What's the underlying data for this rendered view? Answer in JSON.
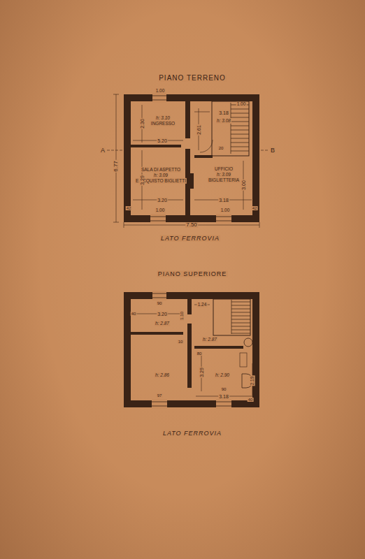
{
  "diagram": {
    "nodes": [
      {
        "text": [
          "h: 3.10",
          "INGRESSO"
        ]
      },
      {
        "text": [
          "h: 3.08"
        ]
      },
      {
        "text": [
          "SALA DI ASPETTO",
          "h: 3.09",
          "E ACQUISTO BIGLIETTI"
        ]
      },
      {
        "text": [
          "UFFICIO",
          "h: 3.09",
          "BIGLIETTERIA"
        ]
      },
      {
        "text": [
          "h: 2.87"
        ]
      },
      {
        "text": [
          "h: 2.87"
        ]
      },
      {
        "text": [
          "h: 2.86"
        ]
      },
      {
        "text": [
          "h: 2.90"
        ]
      }
    ],
    "labels": [
      "PIANO TERRENO",
      "1.00",
      "1.00",
      "3.18",
      "2.30",
      "2.61",
      "5.20",
      "20",
      "3.29",
      "3.00",
      "3.20",
      "3.18",
      "42",
      "42",
      "1.00",
      "1.00",
      "6.77",
      "7.50",
      "A",
      "B",
      "LATO FERROVIA",
      "PIANO SUPERIORE",
      "90",
      "40",
      "3.20",
      "1.10",
      "1.24",
      "10",
      "80",
      "3.29",
      "2.19",
      "3.18",
      "97",
      "90",
      "40",
      "LATO FERROVIA"
    ]
  }
}
